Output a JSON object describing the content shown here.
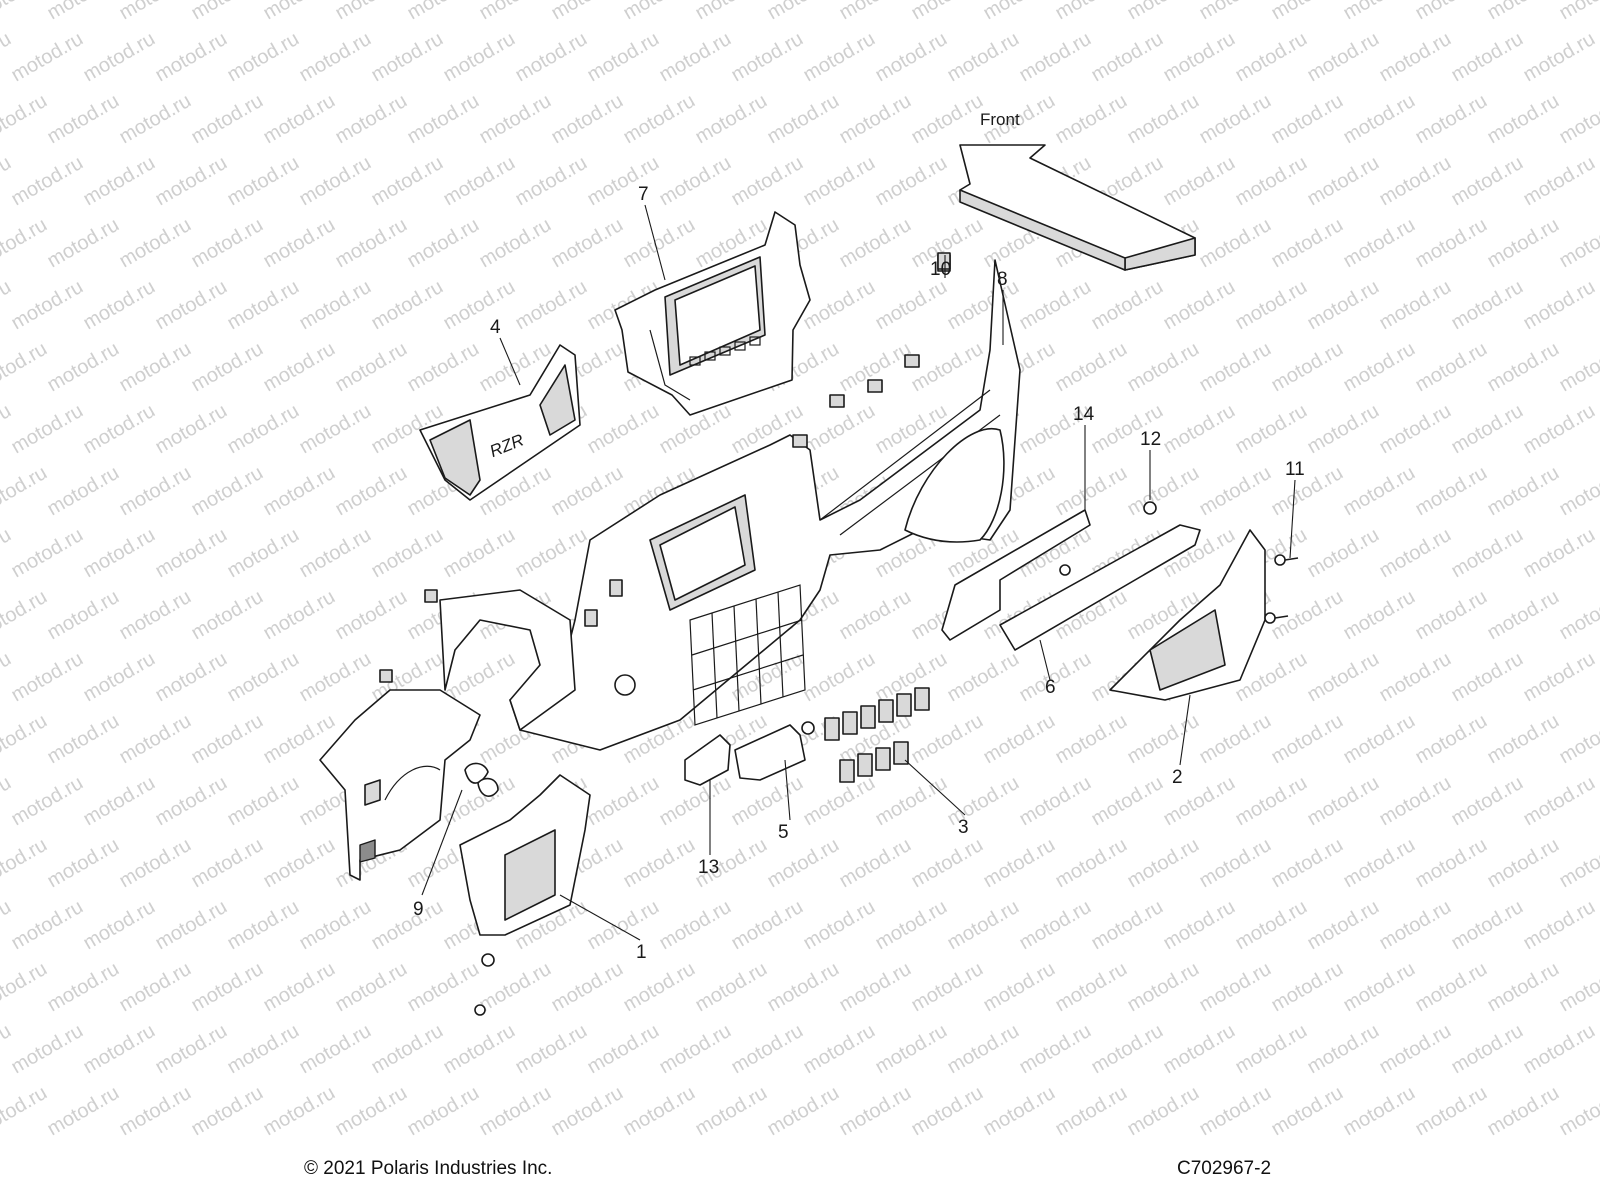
{
  "diagram": {
    "direction_label": "Front",
    "watermark_text": "motod.ru",
    "callouts": {
      "c1": "1",
      "c2": "2",
      "c3": "3",
      "c4": "4",
      "c5": "5",
      "c6": "6",
      "c7": "7",
      "c8": "8",
      "c9": "9",
      "c10": "10",
      "c11": "11",
      "c12": "12",
      "c13": "13",
      "c14": "14"
    }
  },
  "footer": {
    "copyright": "© 2021 Polaris Industries Inc.",
    "drawing_number": "C702967-2"
  }
}
